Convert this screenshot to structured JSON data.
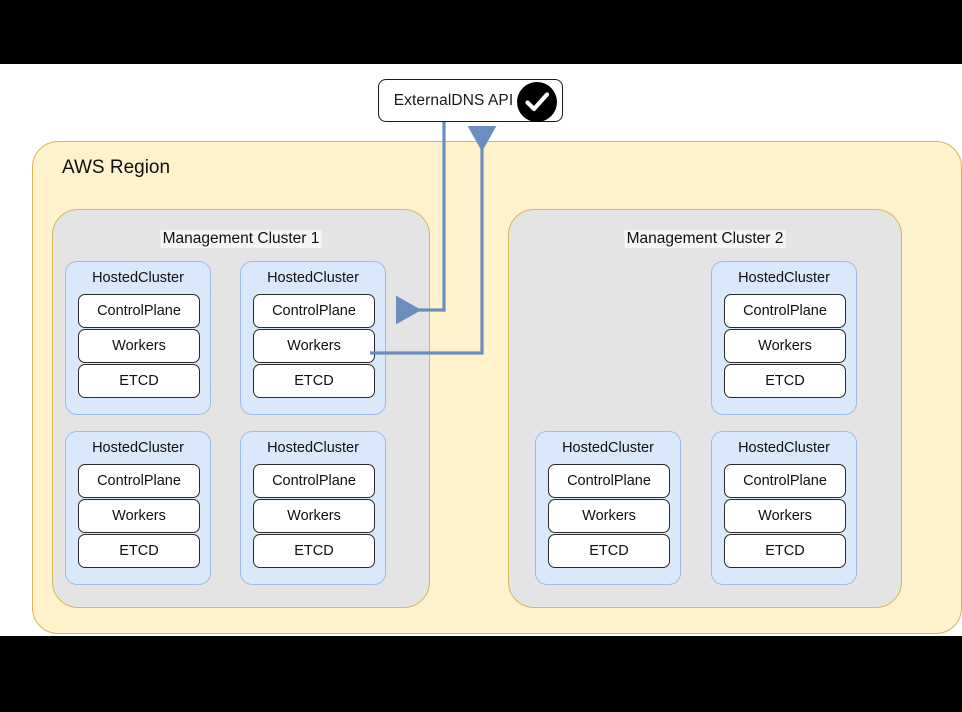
{
  "diagram": {
    "external_api": {
      "label": "ExternalDNS API",
      "status_icon": "check-circle-icon"
    },
    "region": {
      "label": "AWS Region",
      "fill": "#FFF2CC",
      "stroke": "#D6B656"
    },
    "management_clusters": [
      {
        "label": "Management Cluster 1",
        "fill": "#E4E4E4",
        "stroke": "#D6B656",
        "hosted_clusters": [
          {
            "label": "HostedCluster",
            "components": [
              "ControlPlane",
              "Workers",
              "ETCD"
            ]
          },
          {
            "label": "HostedCluster",
            "components": [
              "ControlPlane",
              "Workers",
              "ETCD"
            ]
          },
          {
            "label": "HostedCluster",
            "components": [
              "ControlPlane",
              "Workers",
              "ETCD"
            ]
          },
          {
            "label": "HostedCluster",
            "components": [
              "ControlPlane",
              "Workers",
              "ETCD"
            ]
          }
        ]
      },
      {
        "label": "Management Cluster 2",
        "fill": "#E4E4E4",
        "stroke": "#D6B656",
        "hosted_clusters": [
          {
            "label": "HostedCluster",
            "components": [
              "ControlPlane",
              "Workers",
              "ETCD"
            ]
          },
          {
            "label": "HostedCluster",
            "components": [
              "ControlPlane",
              "Workers",
              "ETCD"
            ]
          },
          {
            "label": "HostedCluster",
            "components": [
              "ControlPlane",
              "Workers",
              "ETCD"
            ]
          }
        ]
      }
    ],
    "connectors": {
      "color": "#6C8EBF",
      "edges": [
        {
          "from": "ExternalDNS API",
          "to": "Management Cluster 1 / HostedCluster 2 / ControlPlane",
          "direction": "incoming"
        },
        {
          "from": "Management Cluster 1 / HostedCluster 2 / Workers",
          "to": "ExternalDNS API",
          "direction": "outgoing"
        }
      ]
    },
    "hosted_cluster_fill": "#DAE8FC",
    "hosted_cluster_stroke": "#9DBBE8"
  }
}
